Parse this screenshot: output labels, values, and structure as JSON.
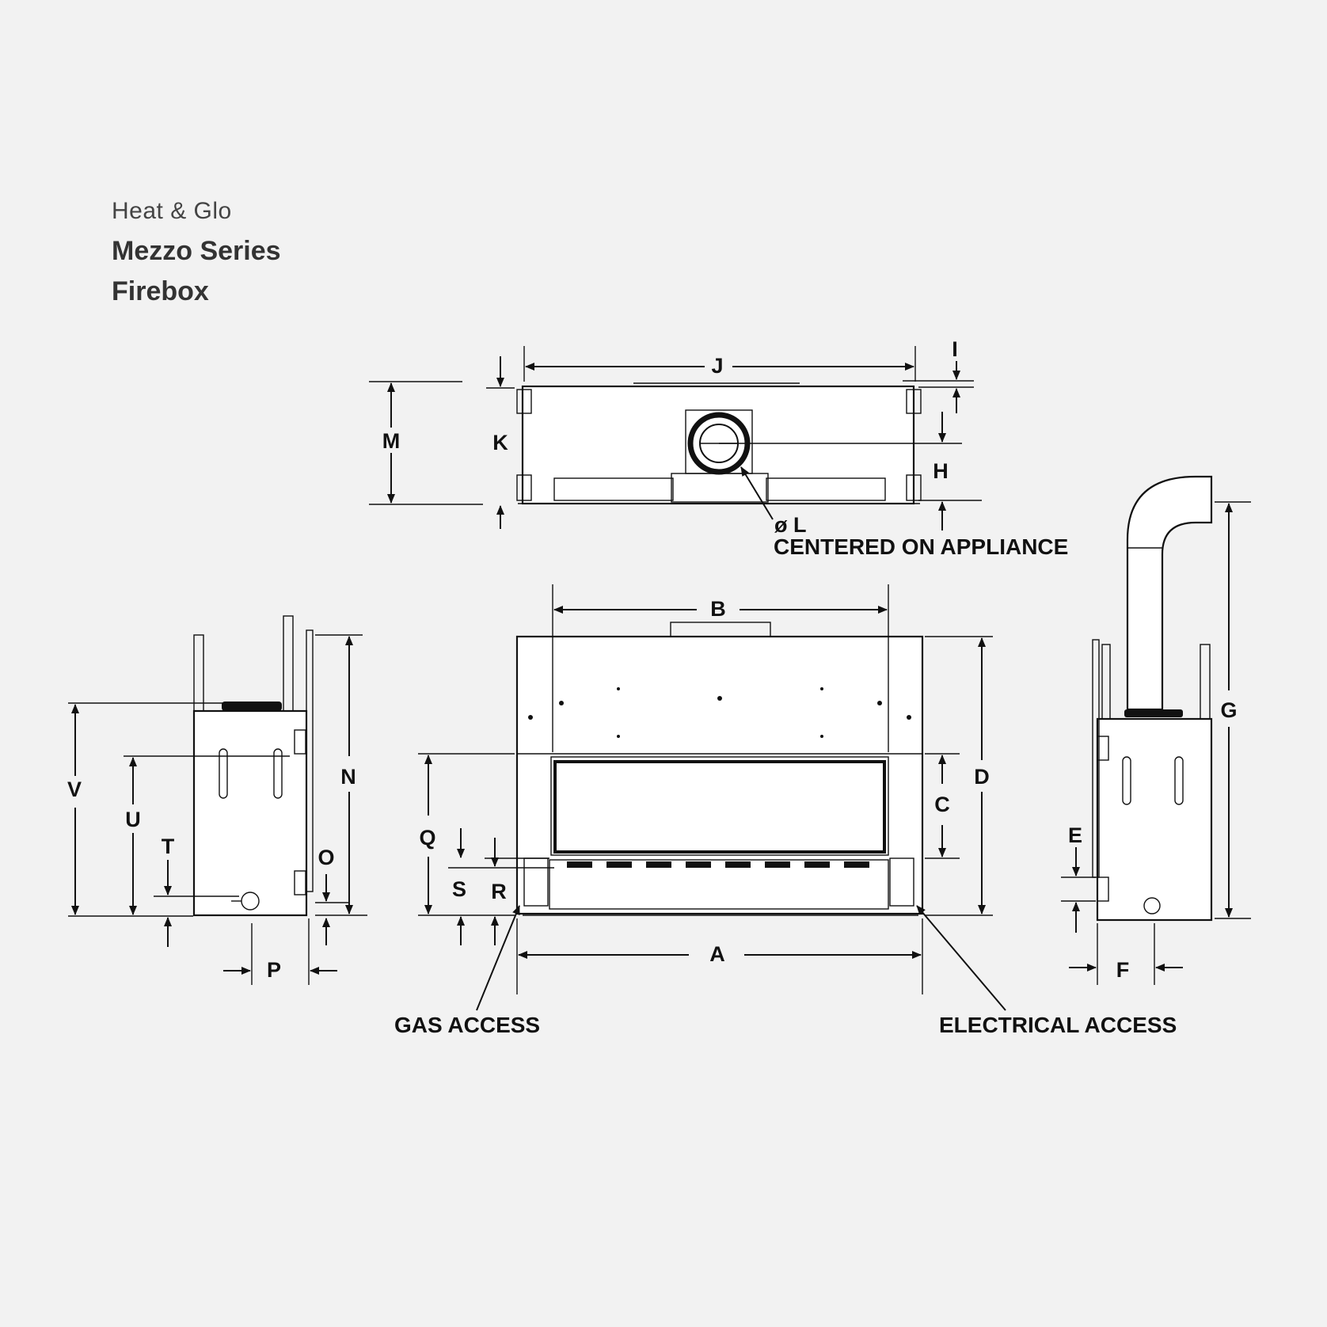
{
  "header": {
    "brand": "Heat & Glo",
    "series": "Mezzo Series",
    "product": "Firebox"
  },
  "dimensions": {
    "A": "A",
    "B": "B",
    "C": "C",
    "D": "D",
    "E": "E",
    "F": "F",
    "G": "G",
    "H": "H",
    "I": "I",
    "J": "J",
    "K": "K",
    "L": "ø L",
    "M": "M",
    "N": "N",
    "O": "O",
    "P": "P",
    "Q": "Q",
    "R": "R",
    "S": "S",
    "T": "T",
    "U": "U",
    "V": "V"
  },
  "callouts": {
    "centered": "CENTERED ON APPLIANCE",
    "gas": "GAS ACCESS",
    "electrical": "ELECTRICAL ACCESS"
  }
}
